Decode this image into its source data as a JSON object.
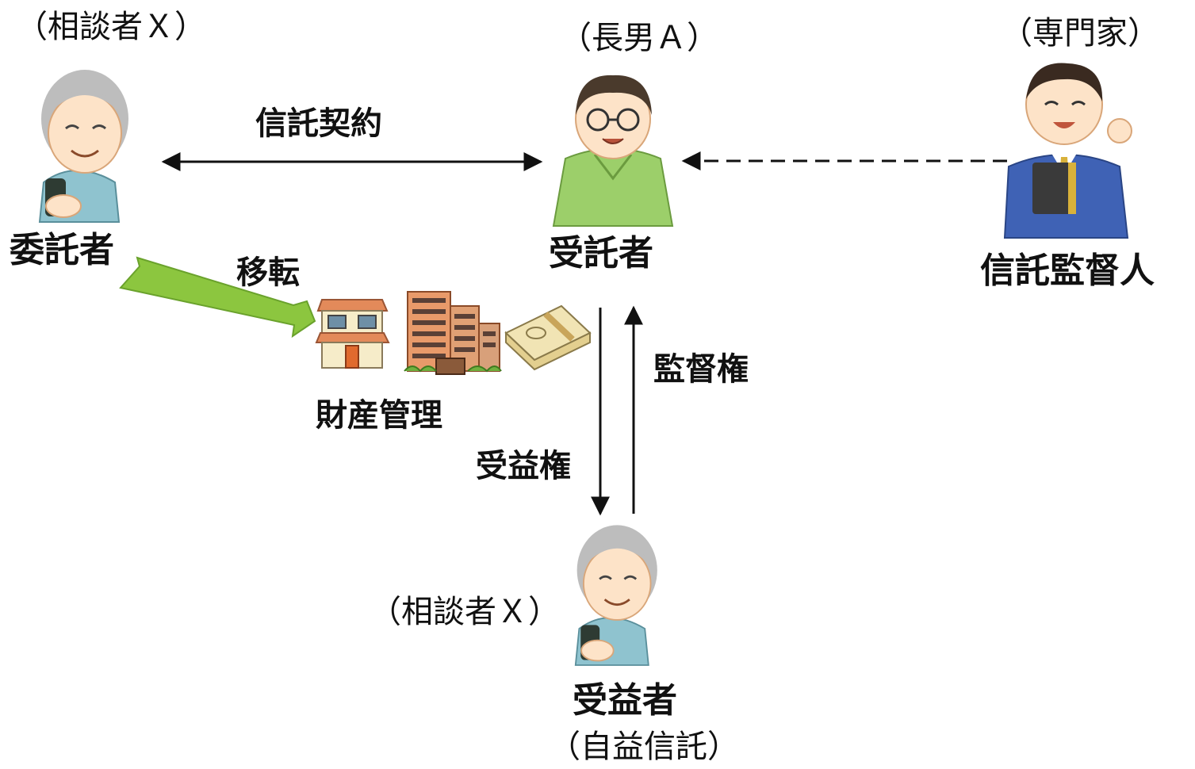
{
  "settlor": {
    "note": "（相談者Ｘ）",
    "role": "委託者"
  },
  "trustee": {
    "note": "（長男Ａ）",
    "role": "受託者"
  },
  "supervisor": {
    "note": "（専門家）",
    "role": "信託監督人"
  },
  "beneficiary": {
    "note": "（相談者Ｘ）",
    "role": "受益者",
    "sub": "（自益信託）"
  },
  "relations": {
    "contract": "信託契約",
    "transfer": "移転",
    "property": "財産管理",
    "benefit_right": "受益権",
    "supervision_right": "監督権"
  },
  "colors": {
    "arrow": "#111111",
    "transfer_arrow": "#8cc63f",
    "transfer_arrow_edge": "#6aa22c",
    "elder_shirt": "#8fc3cf",
    "son_shirt": "#9ccf6a",
    "expert_suit": "#3f62b5"
  },
  "icons": [
    "elderly-man-icon",
    "son-icon",
    "expert-icon",
    "house-icon",
    "apartment-icon",
    "cash-bundle-icon"
  ]
}
